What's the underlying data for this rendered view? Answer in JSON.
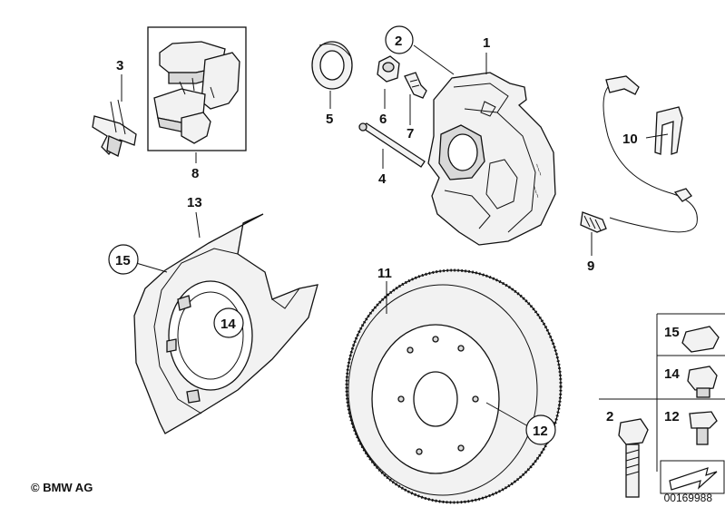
{
  "diagram": {
    "labels": {
      "p1": "1",
      "p2": "2",
      "p3": "3",
      "p4": "4",
      "p5": "5",
      "p6": "6",
      "p7": "7",
      "p8": "8",
      "p9": "9",
      "p10": "10",
      "p11": "11",
      "p12": "12",
      "p13": "13",
      "p14": "14",
      "p15": "15"
    },
    "legend_labels": {
      "l15": "15",
      "l14": "14",
      "l12": "12",
      "l2": "2"
    },
    "copyright": "© BMW AG",
    "doc_number": "00169988"
  }
}
